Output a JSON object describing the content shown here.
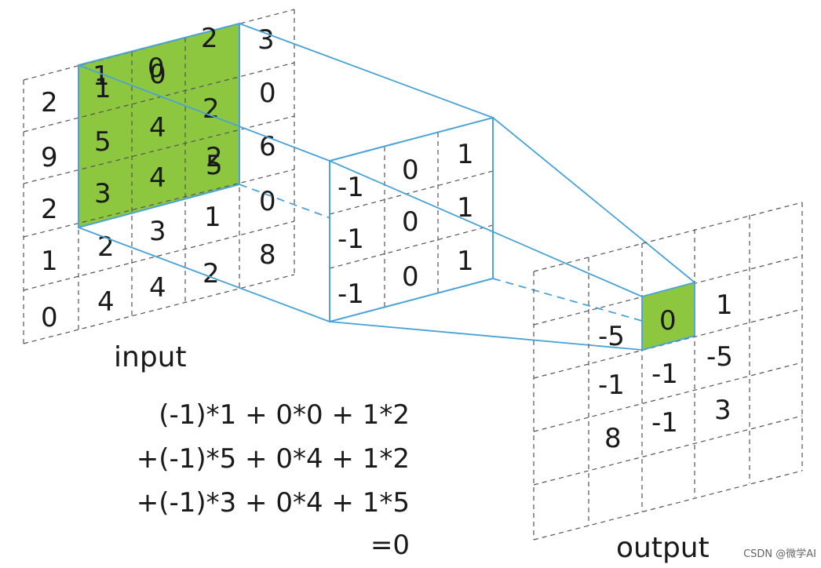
{
  "diagram": {
    "input": {
      "caption": "input",
      "matrix": [
        [
          "",
          "1",
          "0",
          "2",
          "3"
        ],
        [
          "2",
          "1",
          "0",
          "2",
          "0"
        ],
        [
          "9",
          "5",
          "4",
          "2",
          "6"
        ],
        [
          "2",
          "3",
          "4",
          "5",
          "0"
        ],
        [
          "1",
          "2",
          "3",
          "1",
          "8"
        ],
        [
          "0",
          "4",
          "4",
          "2",
          ""
        ]
      ],
      "highlight_color": "#8dc63f"
    },
    "kernel": {
      "matrix": [
        [
          "-1",
          "0",
          "1"
        ],
        [
          "-1",
          "0",
          "1"
        ],
        [
          "-1",
          "0",
          "1"
        ]
      ],
      "border_color": "#4aa3d6"
    },
    "output": {
      "caption": "output",
      "values": {
        "r0c1": "-5",
        "r0c2": "0",
        "r0c3": "1",
        "r1c1": "-1",
        "r1c2": "-1",
        "r1c3": "-5",
        "r2c1": "8",
        "r2c2": "-1",
        "r2c3": "3"
      },
      "highlight_color": "#8dc63f"
    },
    "calculation": {
      "lines": [
        "(-1)*1 +  0*0 + 1*2",
        "+(-1)*5 +  0*4 + 1*2",
        "+(-1)*3 +  0*4 + 1*5",
        "=0"
      ]
    },
    "watermark": "CSDN @微学AI"
  }
}
